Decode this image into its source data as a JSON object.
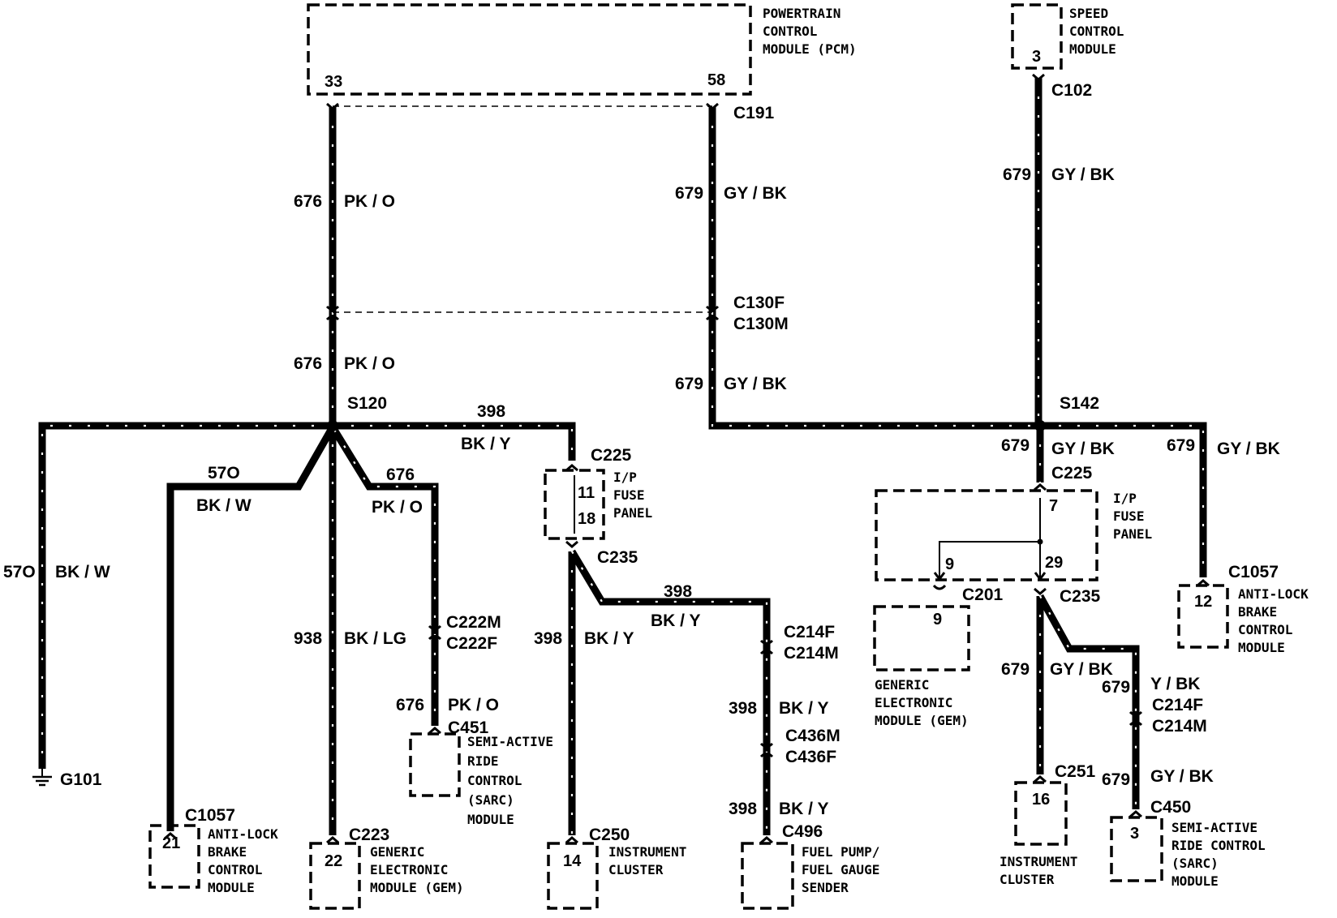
{
  "components": {
    "pcm": {
      "lines": [
        "POWERTRAIN",
        "CONTROL",
        "MODULE (PCM)"
      ],
      "pins": [
        "33",
        "58"
      ]
    },
    "speed_control": {
      "lines": [
        "SPEED",
        "CONTROL",
        "MODULE"
      ],
      "pin": "3"
    },
    "ip_fuse_left": {
      "lines": [
        "I/P",
        "FUSE",
        "PANEL"
      ],
      "pins": [
        "11",
        "18"
      ]
    },
    "ip_fuse_right": {
      "lines": [
        "I/P",
        "FUSE",
        "PANEL"
      ],
      "pins": [
        "7",
        "9",
        "29"
      ]
    },
    "gem_right": {
      "lines": [
        "GENERIC",
        "ELECTRONIC",
        "MODULE (GEM)"
      ],
      "pin": "9"
    },
    "abs_right": {
      "lines": [
        "ANTI-LOCK",
        "BRAKE",
        "CONTROL",
        "MODULE"
      ],
      "pin": "12"
    },
    "abs_left": {
      "lines": [
        "ANTI-LOCK",
        "BRAKE",
        "CONTROL",
        "MODULE"
      ],
      "pin": "21"
    },
    "gem_left": {
      "lines": [
        "GENERIC",
        "ELECTRONIC",
        "MODULE (GEM)"
      ],
      "pin": "22"
    },
    "sarc_left": {
      "lines": [
        "SEMI-ACTIVE",
        "RIDE",
        "CONTROL",
        "(SARC)",
        "MODULE"
      ]
    },
    "cluster_left": {
      "lines": [
        "INSTRUMENT",
        "CLUSTER"
      ],
      "pin": "14"
    },
    "fuel_pump": {
      "lines": [
        "FUEL PUMP/",
        "FUEL GAUGE",
        "SENDER"
      ]
    },
    "cluster_right": {
      "lines": [
        "INSTRUMENT",
        "CLUSTER"
      ],
      "pin": "16"
    },
    "sarc_right": {
      "lines": [
        "SEMI-ACTIVE",
        "RIDE CONTROL",
        "(SARC)",
        "MODULE"
      ],
      "pin": "3"
    }
  },
  "connectors": {
    "c191": "C191",
    "c102": "C102",
    "c130f": "C130F",
    "c130m": "C130M",
    "c225_left": "C225",
    "c235_left": "C235",
    "c225_right": "C225",
    "c235_right": "C235",
    "c201": "C201",
    "c1057_right": "C1057",
    "c1057_left": "C1057",
    "c223": "C223",
    "c222m": "C222M",
    "c222f": "C222F",
    "c451": "C451",
    "c250": "C250",
    "c214f_left": "C214F",
    "c214m_left": "C214M",
    "c436m": "C436M",
    "c436f": "C436F",
    "c496": "C496",
    "c251": "C251",
    "c214f_right": "C214F",
    "c214m_right": "C214M",
    "c450": "C450"
  },
  "splices": {
    "s120": "S120",
    "s142": "S142"
  },
  "ground": "G101",
  "wires": {
    "w676_top": {
      "circuit": "676",
      "color": "PK / O"
    },
    "w676_mid": {
      "circuit": "676",
      "color": "PK / O"
    },
    "w679_pcm": {
      "circuit": "679",
      "color": "GY / BK"
    },
    "w679_c130": {
      "circuit": "679",
      "color": "GY / BK"
    },
    "w679_speed": {
      "circuit": "679",
      "color": "GY / BK"
    },
    "w398_top": {
      "circuit": "398",
      "color": "BK / Y"
    },
    "w570_ground": {
      "circuit": "57O",
      "color": "BK / W"
    },
    "w570_abs": {
      "circuit": "57O",
      "color": "BK / W"
    },
    "w676_sarc_top": {
      "circuit": "676",
      "color": "PK / O"
    },
    "w676_sarc_bot": {
      "circuit": "676",
      "color": "PK / O"
    },
    "w938": {
      "circuit": "938",
      "color": "BK / LG"
    },
    "w398_cluster": {
      "circuit": "398",
      "color": "BK / Y"
    },
    "w398_right": {
      "circuit": "398",
      "color": "BK / Y"
    },
    "w398_c214": {
      "circuit": "398",
      "color": "BK / Y"
    },
    "w398_c436": {
      "circuit": "398",
      "color": "BK / Y"
    },
    "w679_c225": {
      "circuit": "679",
      "color": "GY / BK"
    },
    "w679_abs": {
      "circuit": "679",
      "color": "GY / BK"
    },
    "w679_cluster": {
      "circuit": "679",
      "color": "GY / BK"
    },
    "w679_ybk": {
      "circuit": "679",
      "color": "Y / BK"
    },
    "w679_sarc": {
      "circuit": "679",
      "color": "GY / BK"
    }
  }
}
